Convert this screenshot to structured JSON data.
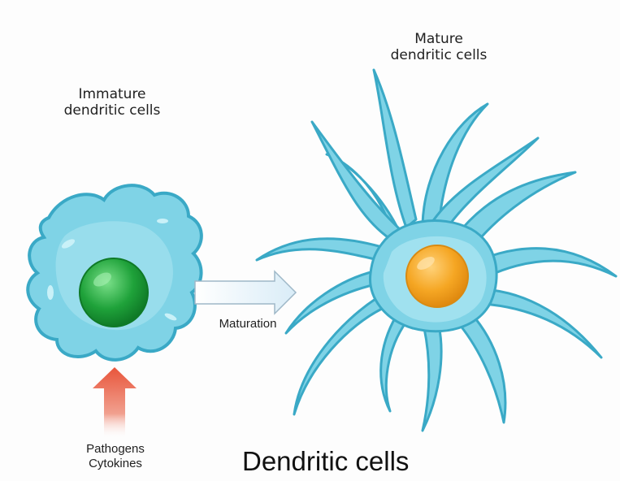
{
  "labels": {
    "immature": [
      "Immature",
      "dendritic cells"
    ],
    "mature": [
      "Mature",
      "dendritic cells"
    ],
    "process": "Maturation",
    "stimuli": [
      "Pathogens",
      "Cytokines"
    ],
    "title": "Dendritic cells"
  },
  "colors": {
    "cell_body": "#7fd3e6",
    "cell_outline": "#3aa9c6",
    "cell_light": "#b8ebf4",
    "immature_nucleus": "#1fa23a",
    "mature_nucleus": "#f5a623",
    "maturation_arrow": "#e9f4fb",
    "stimulus_arrow": "#e8553b"
  }
}
